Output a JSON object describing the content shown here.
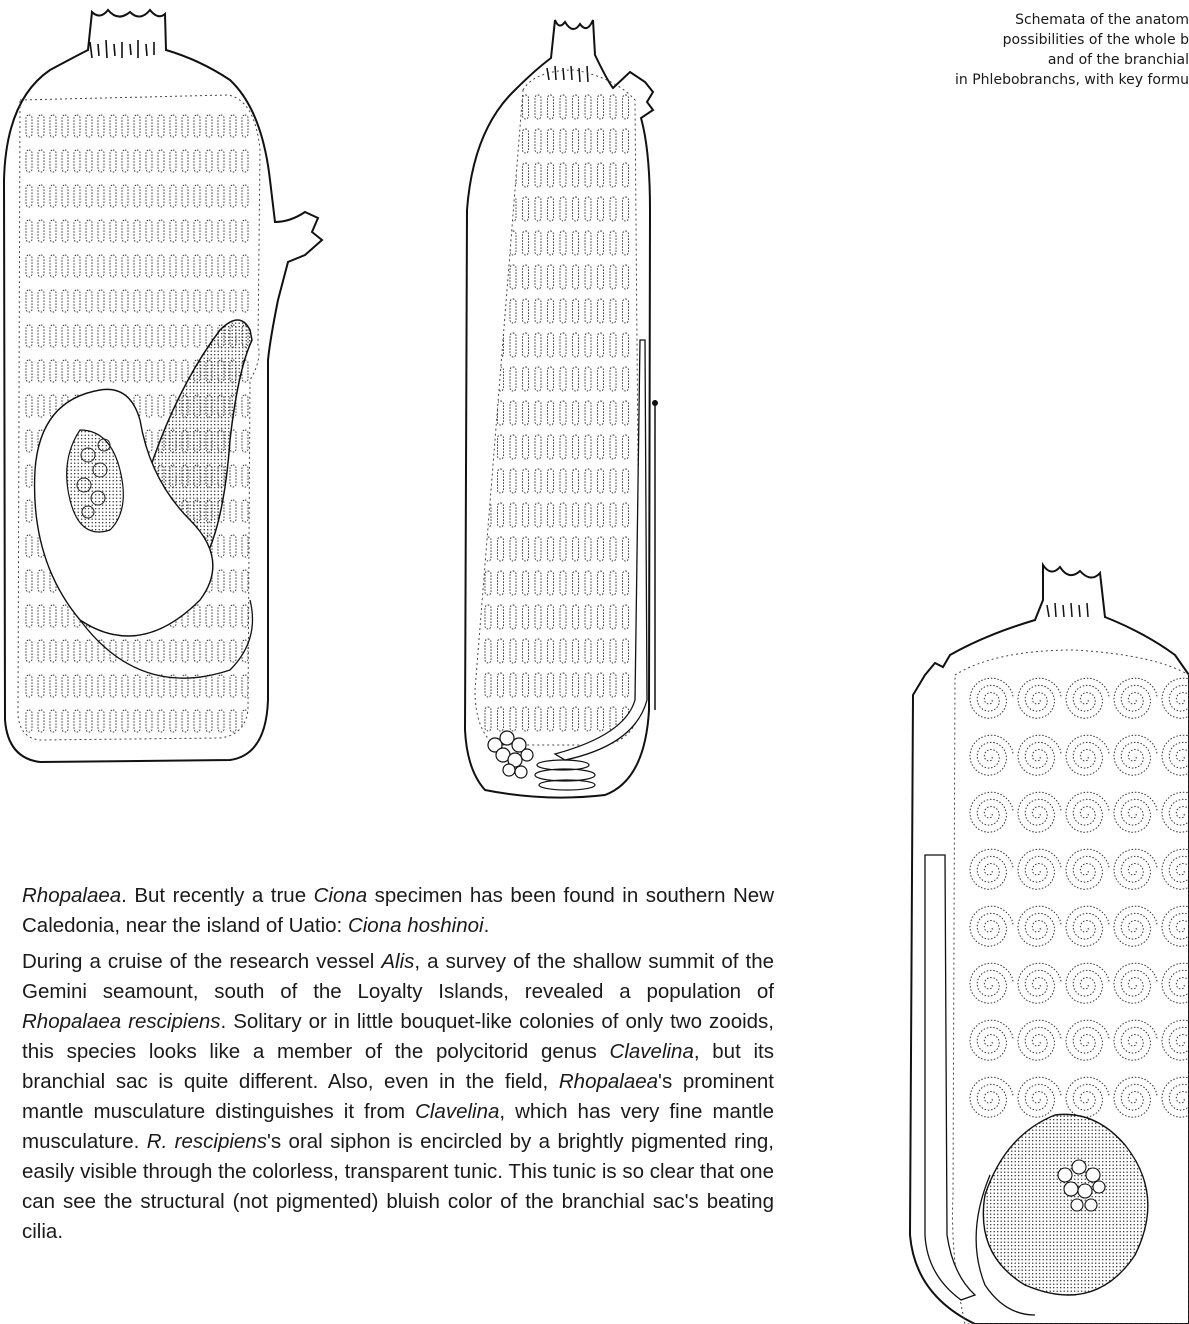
{
  "caption": {
    "line1": "Schemata of the anatom",
    "line2": "possibilities of the whole b",
    "line3": "and of the branchial",
    "line4": "in Phlebobranchs, with key formu"
  },
  "figures": [
    {
      "name": "zooid-drawing-left",
      "subject": "Rhopalaea zooid with looped gut and oval stigmata rows"
    },
    {
      "name": "zooid-drawing-middle",
      "subject": "Ciona zooid with straight stigmata rows and posterior gut"
    },
    {
      "name": "zooid-drawing-right",
      "subject": "zooid with spiral stigmata and gut loop"
    }
  ],
  "paragraphs": {
    "p1": {
      "t1": "Rhopalaea",
      "t2": ". But recently a true ",
      "t3": "Ciona",
      "t4": " specimen has been found in southern New Caledonia, near the island of Uatio: ",
      "t5": "Ciona hoshinoi",
      "t6": "."
    },
    "p2": {
      "t1": "During a cruise of the research vessel ",
      "t2": "Alis",
      "t3": ", a survey of the shallow summit of the Gemini seamount, south of the Loyalty Islands, revealed a population of ",
      "t4": "Rhopalaea rescipiens",
      "t5": ". Solitary or in little bouquet-like colonies of only two zooids, this species looks like a member of the polycitorid genus ",
      "t6": "Clavelina",
      "t7": ", but its branchial sac is quite different. Also, even in the field, ",
      "t8": "Rhopalaea",
      "t9": "'s prominent mantle musculature distinguishes it from ",
      "t10": "Clavelina",
      "t11": ", which has very fine mantle musculature. ",
      "t12": "R. rescipiens",
      "t13": "'s oral siphon is encircled by a brightly pigmented ring, easily visible through the colorless, transparent tunic. This tunic is so clear that one can see the structural (not pigmented) bluish color of the branchial sac's beating cilia."
    }
  }
}
